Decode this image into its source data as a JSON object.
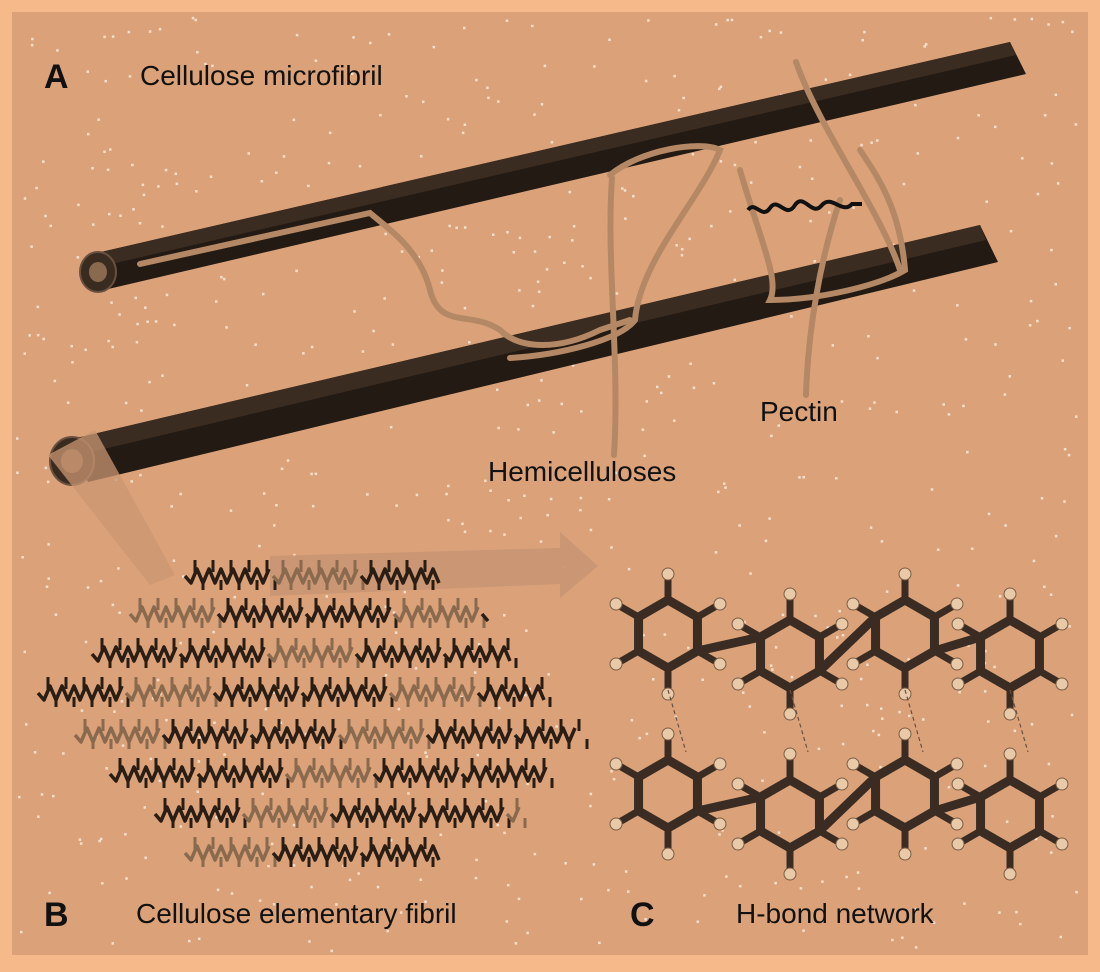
{
  "figure": {
    "panels": [
      {
        "letter": "A",
        "title": "Cellulose microfibril"
      },
      {
        "letter": "B",
        "title": "Cellulose elementary fibril"
      },
      {
        "letter": "C",
        "title": "H-bond network"
      }
    ],
    "callouts": {
      "pectin": "Pectin",
      "hemicelluloses": "Hemicelluloses"
    }
  },
  "colors": {
    "frame": "#f5b98a",
    "background": "#dba27a",
    "rod": "#231a14",
    "strand": "#b48864",
    "chain_dark": "#2a1d14",
    "chain_light": "#8a6a4e",
    "atom_light": "#e8c9a8"
  }
}
